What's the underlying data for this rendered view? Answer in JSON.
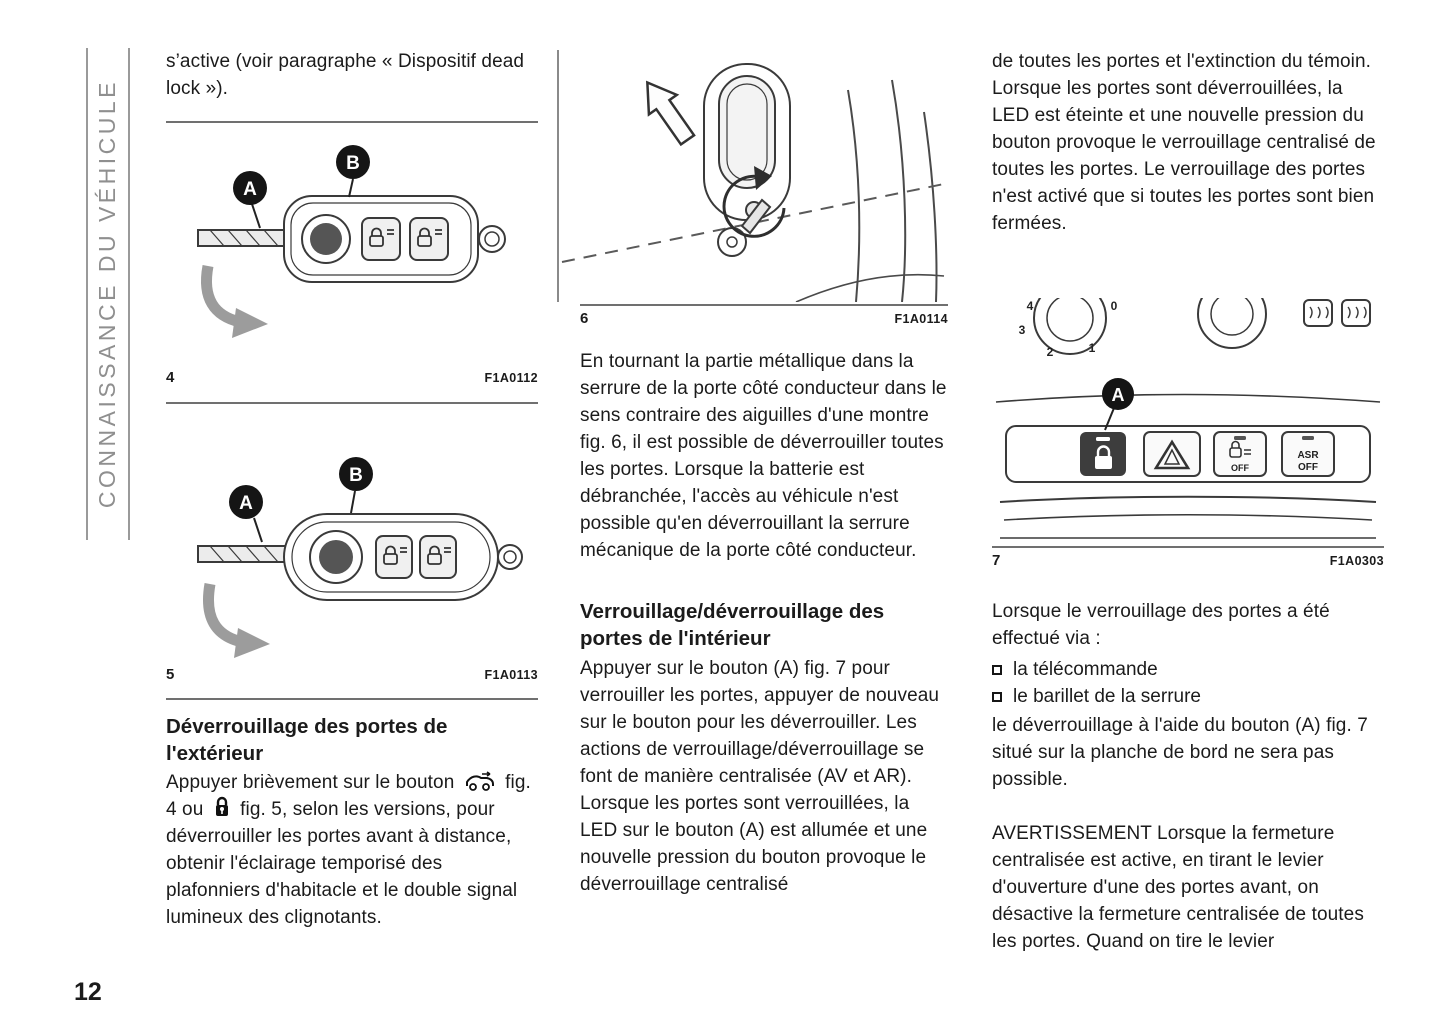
{
  "page": {
    "number": "12"
  },
  "sidebar": {
    "title": "CONNAISSANCE DU VÉHICULE"
  },
  "colors": {
    "text": "#1b1b1b",
    "sidebar_gray": "#8f8f8f",
    "arrow_gray": "#9c9c9c"
  },
  "icons": {
    "inline_button_1": "car-unlock-icon",
    "inline_button_2": "padlock-key-icon",
    "bullet": "square-bullet-icon"
  },
  "col1": {
    "intro": "s’active (voir paragraphe « Dispositif dead lock »).",
    "heading": "Déverrouillage des portes de l'extérieur",
    "para_p1": "Appuyer brièvement sur le bouton",
    "para_p2": "fig. 4 ou",
    "para_p3": "fig. 5, selon les versions, pour déverrouiller les portes avant à distance, obtenir l'éclairage temporisé des plafonniers d'habitacle et le double signal lumineux des clignotants."
  },
  "col2": {
    "para1": "En tournant la partie métallique dans la serrure de la porte côté conducteur dans le sens contraire des aiguilles d'une montre fig. 6, il est possible de déverrouiller toutes les portes. Lorsque la batterie est débranchée, l'accès au véhicule n'est possible qu'en déverrouillant la serrure mécanique de la porte côté conducteur.",
    "heading": "Verrouillage/déverrouillage des portes de l'intérieur",
    "para2": "Appuyer sur le bouton (A) fig. 7 pour verrouiller les portes, appuyer de nouveau sur le bouton pour les déverrouiller. Les actions de verrouillage/déverrouillage se font de manière centralisée (AV et AR). Lorsque les portes sont verrouillées, la LED sur le bouton (A) est allumée et une nouvelle pression du bouton provoque le déverrouillage centralisé"
  },
  "col3": {
    "para1a": "de toutes les portes et l'extinction du témoin.",
    "para1b": "Lorsque les portes sont déverrouillées, la LED est éteinte et une nouvelle pression du bouton provoque le verrouillage centralisé de toutes les portes. Le verrouillage des portes n'est activé que si toutes les portes sont bien fermées.",
    "para2": "Lorsque le verrouillage des portes a été effectué via :",
    "bullets": [
      "la télécommande",
      "le barillet de la serrure"
    ],
    "para3": "le déverrouillage à l'aide du bouton (A) fig. 7 situé sur la planche de bord ne sera pas possible.",
    "para4": "AVERTISSEMENT Lorsque la fermeture centralisée est active, en tirant le levier d'ouverture d'une des portes avant, on désactive la fermeture centralisée de toutes les portes. Quand on tire le levier"
  },
  "figures": {
    "fig4": {
      "number": "4",
      "code": "F1A0112",
      "badge_a": "A",
      "badge_b": "B"
    },
    "fig5": {
      "number": "5",
      "code": "F1A0113",
      "badge_a": "A",
      "badge_b": "B"
    },
    "fig6": {
      "number": "6",
      "code": "F1A0114"
    },
    "fig7": {
      "number": "7",
      "code": "F1A0303",
      "badge_a": "A",
      "knob_numbers": [
        "4",
        "3",
        "2",
        "1",
        "0"
      ],
      "btn3_off": "OFF",
      "btn4_line1": "ASR",
      "btn4_line2": "OFF"
    }
  }
}
